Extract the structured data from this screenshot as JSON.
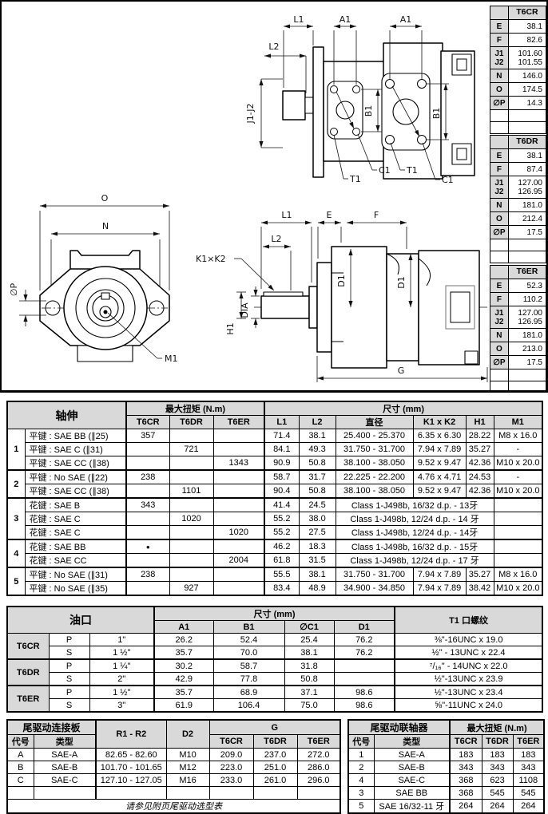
{
  "drawing": {
    "labels": {
      "L1": "L1",
      "L2": "L2",
      "A1": "A1",
      "J1J2": "J1-J2",
      "B1": "B1",
      "T1": "T1",
      "C1": "C1",
      "O": "O",
      "N": "N",
      "OP": "∅P",
      "M1": "M1",
      "E": "E",
      "F": "F",
      "K1K2": "K1×K2",
      "DIA": "DIA",
      "H1": "H1",
      "D1": "D1",
      "G": "G"
    },
    "dim_tables": [
      {
        "model": "T6CR",
        "rows": [
          {
            "k": "E",
            "v": "38.1"
          },
          {
            "k": "F",
            "v": "82.6"
          },
          {
            "k": "J1\nJ2",
            "v": "101.60\n101.55"
          },
          {
            "k": "N",
            "v": "146.0"
          },
          {
            "k": "O",
            "v": "174.5"
          },
          {
            "k": "∅P",
            "v": "14.3"
          }
        ]
      },
      {
        "model": "T6DR",
        "rows": [
          {
            "k": "E",
            "v": "38.1"
          },
          {
            "k": "F",
            "v": "87.4"
          },
          {
            "k": "J1\nJ2",
            "v": "127.00\n126.95"
          },
          {
            "k": "N",
            "v": "181.0"
          },
          {
            "k": "O",
            "v": "212.4"
          },
          {
            "k": "∅P",
            "v": "17.5"
          }
        ]
      },
      {
        "model": "T6ER",
        "rows": [
          {
            "k": "E",
            "v": "52.3"
          },
          {
            "k": "F",
            "v": "110.2"
          },
          {
            "k": "J1\nJ2",
            "v": "127.00\n126.95"
          },
          {
            "k": "N",
            "v": "181.0"
          },
          {
            "k": "O",
            "v": "213.0"
          },
          {
            "k": "∅P",
            "v": "17.5"
          }
        ]
      }
    ]
  },
  "shaft": {
    "title": "轴伸",
    "torque_header": "最大扭矩 (N.m)",
    "size_header": "尺寸 (mm)",
    "models": [
      "T6CR",
      "T6DR",
      "T6ER"
    ],
    "cols": [
      "L1",
      "L2",
      "直径",
      "K1 x K2",
      "H1",
      "M1"
    ],
    "groups": [
      "1",
      "2",
      "3",
      "4",
      "5"
    ],
    "rows": [
      {
        "label": "平键 : SAE BB (∥25)",
        "c": "357",
        "d": "",
        "e": "",
        "l1": "71.4",
        "l2": "38.1",
        "dia": "25.400 - 25.370",
        "k": "6.35 x 6.30",
        "h1": "28.22",
        "m1": "M8 x 16.0"
      },
      {
        "label": "平键 : SAE C (∥31)",
        "c": "",
        "d": "721",
        "e": "",
        "l1": "84.1",
        "l2": "49.3",
        "dia": "31.750 - 31.700",
        "k": "7.94 x 7.89",
        "h1": "35.27",
        "m1": "-"
      },
      {
        "label": "平键 : SAE CC (∥38)",
        "c": "",
        "d": "",
        "e": "1343",
        "l1": "90.9",
        "l2": "50.8",
        "dia": "38.100 - 38.050",
        "k": "9.52 x 9.47",
        "h1": "42.36",
        "m1": "M10 x 20.0"
      },
      {
        "label": "平键 : No SAE (∥22)",
        "c": "238",
        "d": "",
        "e": "",
        "l1": "58.7",
        "l2": "31.7",
        "dia": "22.225 - 22.200",
        "k": "4.76 x 4.71",
        "h1": "24.53",
        "m1": "-"
      },
      {
        "label": "平键 : SAE CC (∥38)",
        "c": "",
        "d": "1101",
        "e": "",
        "l1": "90.4",
        "l2": "50.8",
        "dia": "38.100 - 38.050",
        "k": "9.52 x 9.47",
        "h1": "42.36",
        "m1": "M10 x 20.0"
      },
      {
        "label": "花键 : SAE B",
        "c": "343",
        "d": "",
        "e": "",
        "l1": "41.4",
        "l2": "24.5",
        "cls": "Class 1-J498b, 16/32 d.p. - 13牙",
        "m1": ""
      },
      {
        "label": "花键 : SAE C",
        "c": "",
        "d": "1020",
        "e": "",
        "l1": "55.2",
        "l2": "38.0",
        "cls": "Class 1-J498b, 12/24 d.p. - 14 牙",
        "m1": ""
      },
      {
        "label": "花键 : SAE C",
        "c": "",
        "d": "",
        "e": "1020",
        "l1": "55.2",
        "l2": "27.5",
        "cls": "Class 1-J498b, 12/24 d.p. - 14牙",
        "m1": ""
      },
      {
        "label": "花键 : SAE BB",
        "c": "●",
        "d": "",
        "e": "",
        "l1": "46.2",
        "l2": "18.3",
        "cls": "Class 1-J498b, 16/32 d.p. - 15牙",
        "m1": ""
      },
      {
        "label": "花键 : SAE CC",
        "c": "",
        "d": "",
        "e": "2004",
        "l1": "61.8",
        "l2": "31.5",
        "cls": "Class 1-J498b, 12/24 d.p. - 17 牙",
        "m1": ""
      },
      {
        "label": "平键 : No SAE (∥31)",
        "c": "238",
        "d": "",
        "e": "",
        "l1": "55.5",
        "l2": "38.1",
        "dia": "31.750 - 31.700",
        "k": "7.94 x 7.89",
        "h1": "35.27",
        "m1": "M8 x 16.0"
      },
      {
        "label": "平键 : No SAE (∥35)",
        "c": "",
        "d": "927",
        "e": "",
        "l1": "83.4",
        "l2": "48.9",
        "dia": "34.900 - 34.850",
        "k": "7.94 x 7.89",
        "h1": "38.42",
        "m1": "M10 x 20.0"
      }
    ]
  },
  "ports": {
    "title": "油口",
    "size_header": "尺寸 (mm)",
    "cols": [
      "A1",
      "B1",
      "∅C1",
      "D1"
    ],
    "t1_header": "T1 口螺纹",
    "rows": [
      {
        "model": "T6CR",
        "port": "P",
        "size": "1\"",
        "a1": "26.2",
        "b1": "52.4",
        "c1": "25.4",
        "d1": "76.2",
        "t1": "⅜\"-16UNC x 19.0"
      },
      {
        "port": "S",
        "size": "1 ½\"",
        "a1": "35.7",
        "b1": "70.0",
        "c1": "38.1",
        "d1": "76.2",
        "t1": "½\" - 13UNC x 22.4"
      },
      {
        "model": "T6DR",
        "port": "P",
        "size": "1 ¼\"",
        "a1": "30.2",
        "b1": "58.7",
        "c1": "31.8",
        "d1": "",
        "t1": "⁷/₁₆\" - 14UNC x 22.0"
      },
      {
        "port": "S",
        "size": "2\"",
        "a1": "42.9",
        "b1": "77.8",
        "c1": "50.8",
        "d1": "",
        "t1": "½\"-13UNC x 23.9"
      },
      {
        "model": "T6ER",
        "port": "P",
        "size": "1 ½\"",
        "a1": "35.7",
        "b1": "68.9",
        "c1": "37.1",
        "d1": "98.6",
        "t1": "½\"-13UNC x 23.4"
      },
      {
        "port": "S",
        "size": "3\"",
        "a1": "61.9",
        "b1": "106.4",
        "c1": "75.0",
        "d1": "98.6",
        "t1": "⅝\"-11UNC x 24.0"
      }
    ]
  },
  "plate": {
    "title": "尾驱动连接板",
    "code_header": "代号",
    "type_header": "类型",
    "r_header": "R1 - R2",
    "d2_header": "D2",
    "g_header": "G",
    "models": [
      "T6CR",
      "T6DR",
      "T6ER"
    ],
    "rows": [
      {
        "code": "A",
        "type": "SAE-A",
        "r": "82.65 - 82.60",
        "d2": "M10",
        "g0": "209.0",
        "g1": "237.0",
        "g2": "272.0"
      },
      {
        "code": "B",
        "type": "SAE-B",
        "r": "101.70 - 101.65",
        "d2": "M12",
        "g0": "223.0",
        "g1": "251.0",
        "g2": "286.0"
      },
      {
        "code": "C",
        "type": "SAE-C",
        "r": "127.10 - 127.05",
        "d2": "M16",
        "g0": "233.0",
        "g1": "261.0",
        "g2": "296.0"
      }
    ],
    "footnote": "请参见附页尾驱动选型表"
  },
  "coupling": {
    "title": "尾驱动联轴器",
    "torque_header": "最大扭矩 (N.m)",
    "code_header": "代号",
    "type_header": "类型",
    "models": [
      "T6CR",
      "T6DR",
      "T6ER"
    ],
    "rows": [
      {
        "code": "1",
        "type": "SAE-A",
        "v0": "183",
        "v1": "183",
        "v2": "183"
      },
      {
        "code": "2",
        "type": "SAE-B",
        "v0": "343",
        "v1": "343",
        "v2": "343"
      },
      {
        "code": "4",
        "type": "SAE-C",
        "v0": "368",
        "v1": "623",
        "v2": "1108"
      },
      {
        "code": "3",
        "type": "SAE BB",
        "v0": "368",
        "v1": "545",
        "v2": "545"
      },
      {
        "code": "5",
        "type": "SAE 16/32-11 牙",
        "v0": "264",
        "v1": "264",
        "v2": "264"
      }
    ]
  }
}
